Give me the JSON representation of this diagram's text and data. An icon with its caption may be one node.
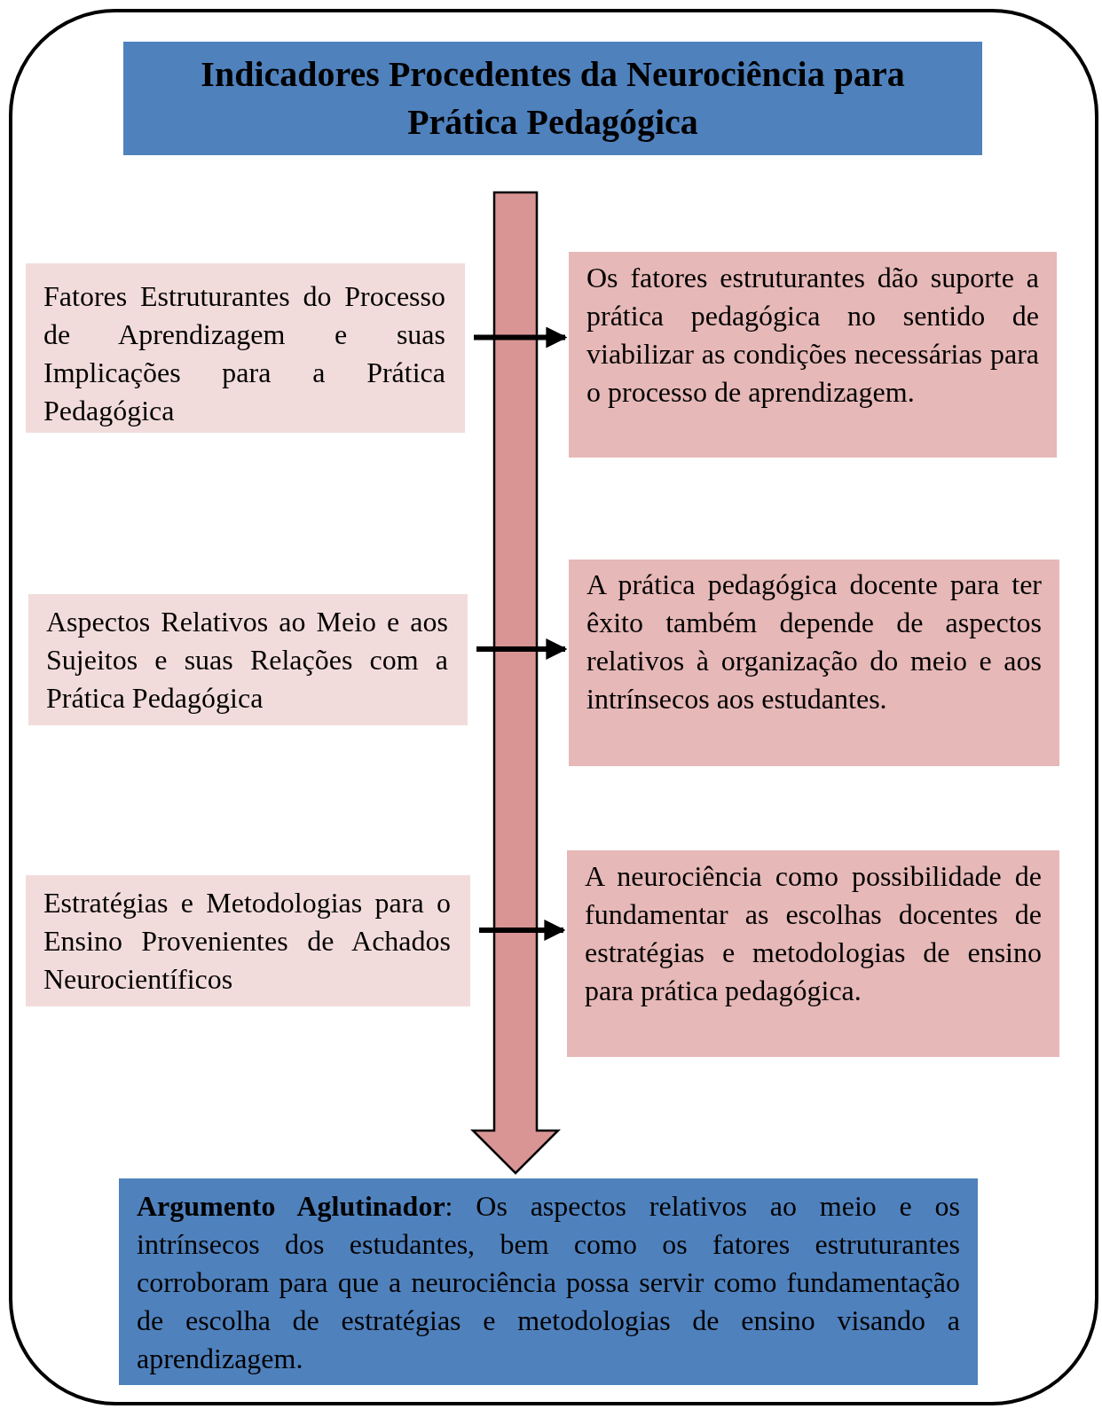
{
  "diagram": {
    "title": "Indicadores Procedentes da Neurociência para Prática Pedagógica",
    "nodes": [
      {
        "text": [
          "Fatores Estruturantes do Processo de Aprendizagem e suas Implicações para a Prática Pedagógica"
        ]
      },
      {
        "text": [
          "Os fatores estruturantes dão suporte a prática pedagógica no sentido de viabilizar as condições necessárias para o processo de aprendizagem."
        ]
      },
      {
        "text": [
          "Aspectos Relativos ao Meio e aos Sujeitos e suas Relações com a Prática Pedagógica"
        ]
      },
      {
        "text": [
          "A prática pedagógica docente para ter êxito também depende de aspectos relativos à organização do meio e aos intrínsecos aos estudantes."
        ]
      },
      {
        "text": [
          "Estratégias e Metodologias para o Ensino Provenientes de Achados Neurocientíficos"
        ]
      },
      {
        "text": [
          "A neurociência como possibilidade de fundamentar as escolhas docentes de estratégias e metodologias de ensino para prática pedagógica."
        ]
      },
      {
        "text": [
          "**Argumento Aglutinador**: Os aspectos relativos ao meio e os intrínsecos dos estudantes, bem como os fatores estruturantes corroboram para que a neurociência possa servir como fundamentação de escolha de estratégias e metodologias de ensino visando a aprendizagem."
        ]
      }
    ],
    "edges": [
      {
        "from": 0,
        "to": 1,
        "arrow": "to"
      },
      {
        "from": 2,
        "to": 3,
        "arrow": "to"
      },
      {
        "from": 4,
        "to": 5,
        "arrow": "to"
      },
      {
        "from": null,
        "to": 6,
        "arrow": "to",
        "style": "thick",
        "color": "#d99594"
      }
    ]
  }
}
